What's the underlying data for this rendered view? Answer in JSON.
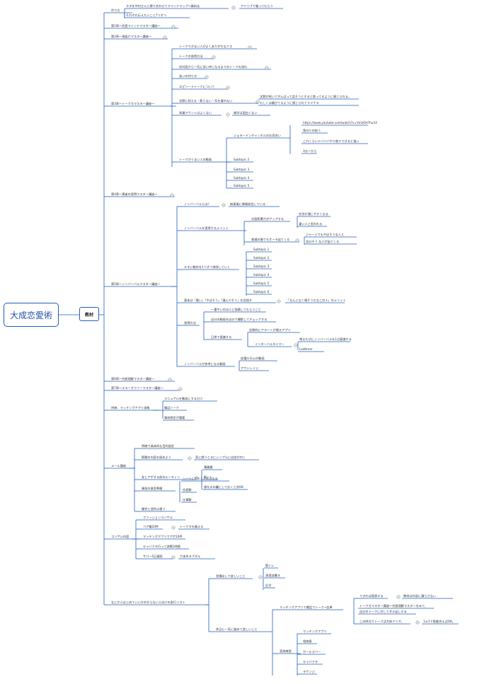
{
  "accent": "#1f5fbf",
  "root": "大成恋愛術",
  "main": "教材",
  "nodes": {
    "tsukurikata": "作り方",
    "neta": "ネタを中村さんと擦り合わせてマインドマップ→資料化",
    "adlib": "アドリブで喋ってもらう",
    "shitsumon": "それぞれ伝えたいこと7つずつ",
    "ch1": "第1章〜恋愛マインドマスター講座〜",
    "ch2": "第2章〜指抜けマスター講座〜",
    "ch3": "第3章〜トークカマスター講座〜",
    "t1": "トークできない人がよくありがちなミス",
    "t2": "トークの習得方法",
    "t3": "初対面から一気に深い仲になるまでのトークの流れ",
    "t4": "笑いの作り方",
    "t5": "エピソードトークについて",
    "t6": "沈黙に耐える・焦らない・気を遣わない",
    "t6a": "沈黙が続いてがんばって話そうとすると焦ってるように感じられる。",
    "t6b": "もしくは媚びてるように感じられてマイナス",
    "t7": "知識マウントはよくない",
    "t7a": "雑学は面白くない",
    "t8": "トークがうまい人の動画",
    "t8a": "ジェラードンチャンネルのお見合い",
    "url": "https://www.youtube.com/watch?v=VmzGH7hu14",
    "t8a1": "角刈りの結う",
    "t8a2": "これくらいドバババやり取りできると強い",
    "t8a3": "3分〜から",
    "sub2": "Subtopic 2",
    "sub3": "Subtopic 3",
    "sub4": "Subtopic 4",
    "sub5": "Subtopic 5",
    "ch4": "第4章〜褒者の習得マスター講座〜",
    "ch5": "第5章〜ノンバーバルマスター講座〜",
    "n1": "ノンバーバルとは？",
    "n1a": "無意識に情報発信している",
    "n2": "ノンバーバルを習得するメリット",
    "n2a": "対面影響力がアップする",
    "n2a1": "交渉が通じやすくなる",
    "n2a2": "凄い人と思われる",
    "n2b": "普通の服でもオーラ出てくる",
    "n2b1": "ジャージでもやばそうな人と",
    "n2b2": "見分そう な人が出てくる",
    "n3": "キモい動作を1つずつ排除していく",
    "s1": "Subtopic 1",
    "s2": "Subtopic 2",
    "s3": "Subtopic 3",
    "s4": "Subtopic 4",
    "s5": "Subtopic 5",
    "s6": "Subtopic 6",
    "n4": "基本は「堕い」「やばそう」「凄んでそう」を目指す",
    "n4a": "「なんとなく格そうだなこの人」のメリット",
    "n5": "習得方法",
    "n5a": "一番やいのは人に指摘してもらうこと",
    "n5b": "自分の動画を自分で撮影してチェックする",
    "n5c": "日常で意識する",
    "n5c1": "定期的にアラートが鳴るアプリ",
    "n5c2": "インターバルタイマー",
    "n5c2a": "鳴るたびにノンバーバルを1点意識する",
    "n5c2b": "Lodtimer",
    "n6": "ノンバーバルが参考になる動画",
    "n6a": "部選川天心の動画",
    "n6b": "アウトレイジ",
    "ch6": "第6章〜究極理解マスター講座〜",
    "ch7": "第7章〜キラーオファーマスター講座〜",
    "app": "特典：マッチングアプリ攻略",
    "app1": "マニュアルを動画にするだけ",
    "app2": "電話トーク",
    "app3": "事前想定が重要",
    "mail": "メール講座",
    "m1": "明確で具体的な目的設定",
    "m2": "節題の内容を極めよう",
    "m2a": "家に誘うときにシンプルに自信が付く",
    "m3": "女とアポする前のルーティン",
    "m3a": "薄醤醤",
    "m3b": "筋トレ",
    "m3c": "服を水の麗にしておくと効OK",
    "m4": "事前の意思準備",
    "m4a": "シートに記入してもらえる",
    "m4b": "恋愛観",
    "m4c": "仕事観",
    "m5": "趣性と習性は違う",
    "consul": "コンサル内容",
    "c1": "ファッションコンサル",
    "c2": "ペア電20件",
    "c2a": "トークカを鍛える",
    "c3": "マッチングアプリでアポ10件",
    "c4": "キャバクラ行って流暢1時間",
    "c5": "サパー5日連続",
    "c5a": "六本木ラブデル",
    "nani": "なにからはじめていいかわからない人向けの実行リスト",
    "nd1": "習慣化して欲しいこと",
    "nd1a": "筋トレ",
    "nd1b": "演習部書き",
    "nd1c": "反学",
    "nd2": "休日に一気に進めて欲しいこと",
    "nd2a": "マッチングアプリで電話でトーク→告単",
    "nd2a1": "できれば隠表する",
    "nd2a1a": "教材は外部に漏らさない",
    "nd2a2": "トークカマスター講座〜究極理解マスターをみて、",
    "nd2a3": "自分のトークに対してダメ出しする",
    "nd2a4": "この時点でトークは大体クリア。",
    "nd2a4a": "1ｗ1で筋量合えばOK。",
    "nd2b": "実践練習",
    "nd2b1": "マッチングアプリ",
    "nd2b2": "相席屋",
    "nd2b3": "ガールズバー",
    "nd2b4": "キャバクラ",
    "nd2b5": "ラウンジ"
  }
}
